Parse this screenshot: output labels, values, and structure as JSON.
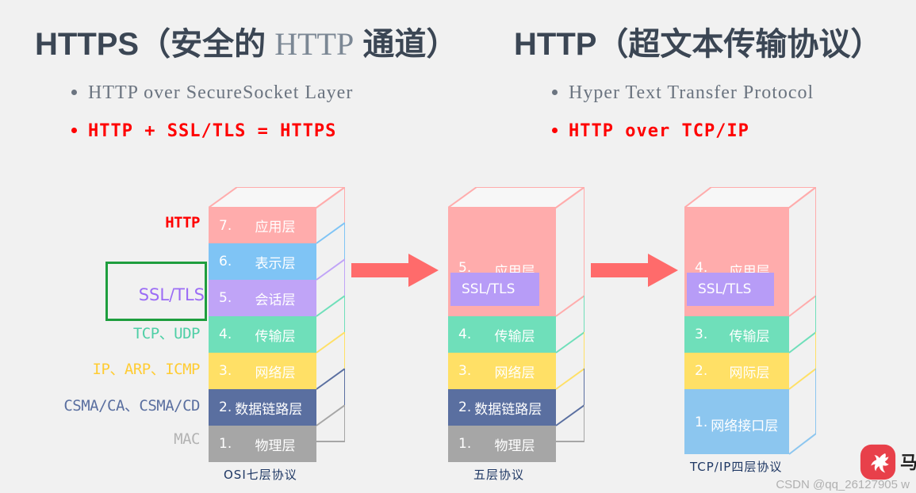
{
  "headers": {
    "left": {
      "bold_prefix": "HTTPS（安全的 ",
      "light_mid": "HTTP",
      "bold_suffix": " 通道）"
    },
    "right": {
      "bold_prefix": "HTTP（超文本传输协议）",
      "light_mid": "",
      "bold_suffix": ""
    }
  },
  "bullets": {
    "left": [
      {
        "text": "HTTP over SecureSocket Layer",
        "style": "plain"
      },
      {
        "text": "HTTP + SSL/TLS = HTTPS",
        "style": "red"
      }
    ],
    "right": [
      {
        "text": "Hyper Text Transfer Protocol",
        "style": "plain"
      },
      {
        "text": "HTTP over TCP/IP",
        "style": "red"
      }
    ]
  },
  "side_labels": {
    "http": "HTTP",
    "ssl": "SSL/TLS",
    "tcp_udp": "TCP、UDP",
    "ip_arp_icmp": "IP、ARP、ICMP",
    "csma": "CSMA/CA、CSMA/CD",
    "mac": "MAC"
  },
  "colors": {
    "background": "#f1f1f1",
    "title": "#3b4654",
    "accent_red": "#ff0000",
    "arrow": "#ff6b6b",
    "highlight_box_border": "#1e9e3e",
    "ssl_text": "#9b6cf5",
    "ssl_chip": "#b79cf7",
    "caption": "#1f3864",
    "layer_application": "#ffacac",
    "layer_presentation": "#7fc4f5",
    "layer_session": "#c0a4f7",
    "layer_transport": "#6fdfba",
    "layer_network": "#ffe066",
    "layer_datalink": "#5a6fa0",
    "layer_physical": "#a6a6a6",
    "layer_netinterface": "#8cc6ef"
  },
  "stacks": [
    {
      "id": "osi",
      "caption": "OSI七层协议",
      "layers": [
        {
          "num": "7.",
          "name": "应用层",
          "color": "#ffacac"
        },
        {
          "num": "6.",
          "name": "表示层",
          "color": "#7fc4f5"
        },
        {
          "num": "5.",
          "name": "会话层",
          "color": "#c0a4f7"
        },
        {
          "num": "4.",
          "name": "传输层",
          "color": "#6fdfba"
        },
        {
          "num": "3.",
          "name": "网络层",
          "color": "#ffe066"
        },
        {
          "num": "2.",
          "name": "数据链路层",
          "color": "#5a6fa0",
          "tight": true
        },
        {
          "num": "1.",
          "name": "物理层",
          "color": "#a6a6a6"
        }
      ]
    },
    {
      "id": "five-layer",
      "caption": "五层协议",
      "ssl_chip": "SSL/TLS",
      "layers": [
        {
          "num": "5.",
          "name": "应用层",
          "color": "#ffacac"
        },
        {
          "num": "4.",
          "name": "传输层",
          "color": "#6fdfba"
        },
        {
          "num": "3.",
          "name": "网络层",
          "color": "#ffe066"
        },
        {
          "num": "2.",
          "name": "数据链路层",
          "color": "#5a6fa0",
          "tight": true
        },
        {
          "num": "1.",
          "name": "物理层",
          "color": "#a6a6a6"
        }
      ]
    },
    {
      "id": "tcpip",
      "caption": "TCP/IP四层协议",
      "ssl_chip": "SSL/TLS",
      "layers": [
        {
          "num": "4.",
          "name": "应用层",
          "color": "#ffacac"
        },
        {
          "num": "3.",
          "name": "传输层",
          "color": "#6fdfba"
        },
        {
          "num": "2.",
          "name": "网际层",
          "color": "#ffe066"
        },
        {
          "num": "1.",
          "name": "网络接口层",
          "color": "#8cc6ef",
          "tight": true
        }
      ]
    }
  ],
  "watermark": {
    "text": "CSDN @qq_26127905 w",
    "wordmark": "马"
  }
}
